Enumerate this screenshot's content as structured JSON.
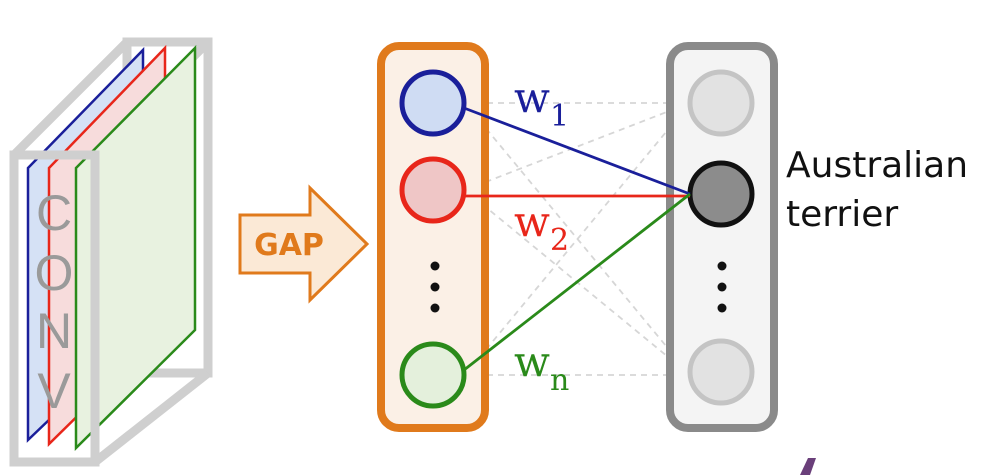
{
  "conv": {
    "letters": [
      "C",
      "O",
      "N",
      "V"
    ]
  },
  "gap": {
    "label": "GAP"
  },
  "weights": [
    {
      "base": "w",
      "sub": "1",
      "color": "#1a1f9a"
    },
    {
      "base": "w",
      "sub": "2",
      "color": "#e8261a"
    },
    {
      "base": "w",
      "sub": "n",
      "color": "#2a8a1a"
    }
  ],
  "output": {
    "label_line1": "Australian",
    "label_line2": "terrier"
  },
  "colors": {
    "blue": "#1a1f9a",
    "red": "#e8261a",
    "green": "#2a8a1a",
    "orange": "#e07a1c",
    "gray": "#8a8a8a"
  }
}
